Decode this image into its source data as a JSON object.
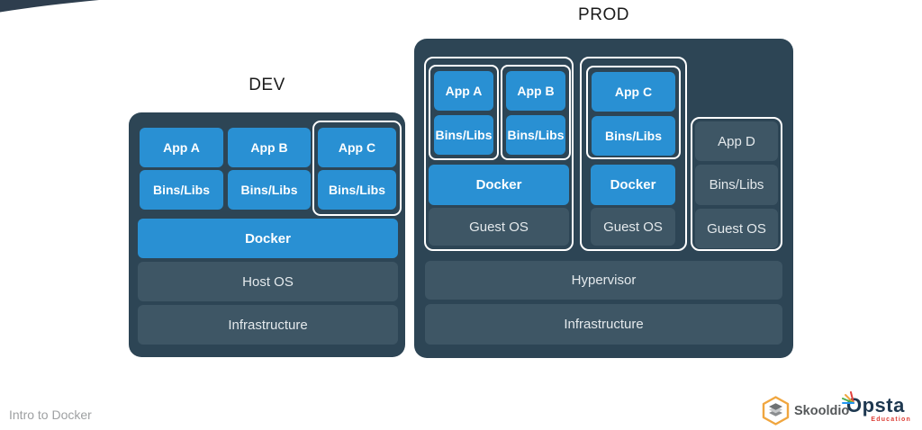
{
  "slide": {
    "dev": {
      "title": "DEV",
      "columns": [
        {
          "app": "App A",
          "bins": "Bins/Libs"
        },
        {
          "app": "App B",
          "bins": "Bins/Libs"
        },
        {
          "app": "App C",
          "bins": "Bins/Libs"
        }
      ],
      "docker": "Docker",
      "host_os": "Host OS",
      "infrastructure": "Infrastructure"
    },
    "prod": {
      "title": "PROD",
      "vm1": {
        "containers": [
          {
            "app": "App A",
            "bins": "Bins/Libs"
          },
          {
            "app": "App B",
            "bins": "Bins/Libs"
          }
        ],
        "docker": "Docker",
        "guest_os": "Guest OS"
      },
      "vm2": {
        "containers": [
          {
            "app": "App C",
            "bins": "Bins/Libs"
          }
        ],
        "docker": "Docker",
        "guest_os": "Guest OS"
      },
      "vm3": {
        "app": "App D",
        "bins": "Bins/Libs",
        "guest_os": "Guest OS"
      },
      "hypervisor": "Hypervisor",
      "infrastructure": "Infrastructure"
    },
    "footer_caption": "Intro to Docker",
    "logos": {
      "skooldio": {
        "label": "Skooldio"
      },
      "opsta": {
        "label": "Opsta",
        "sublabel": "Education"
      }
    },
    "colors": {
      "panel_dark": "#2D4555",
      "bar_slate": "#3E5665",
      "docker_blue": "#2990D3",
      "outline_white": "#FFFFFF",
      "title_text": "#1B1B1B",
      "footer_text": "#9EA0A2",
      "skooldio_orange": "#F0A63F",
      "skooldio_text": "#55585A",
      "opsta_navy": "#1E3850",
      "opsta_red": "#DC3E35"
    }
  }
}
